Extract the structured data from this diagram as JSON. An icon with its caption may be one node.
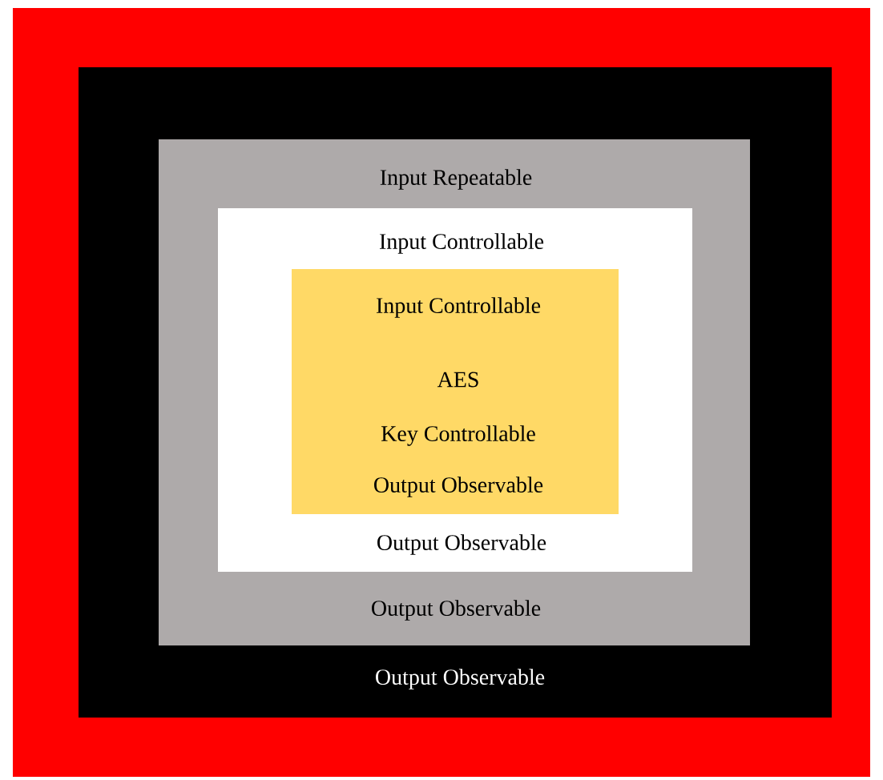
{
  "diagram": {
    "nodes": [
      {
        "text": [],
        "shape": "box"
      },
      {
        "text": [
          "Output Observable"
        ],
        "in": 0
      },
      {
        "text": [
          "Input Repeatable",
          "Output Observable"
        ],
        "in": 1
      },
      {
        "text": [
          "Input Controllable",
          "Output Observable"
        ],
        "in": 2
      },
      {
        "text": [
          "Input Controllable",
          "AES",
          "Key Controllable",
          "Output Observable"
        ],
        "in": 3
      }
    ]
  }
}
